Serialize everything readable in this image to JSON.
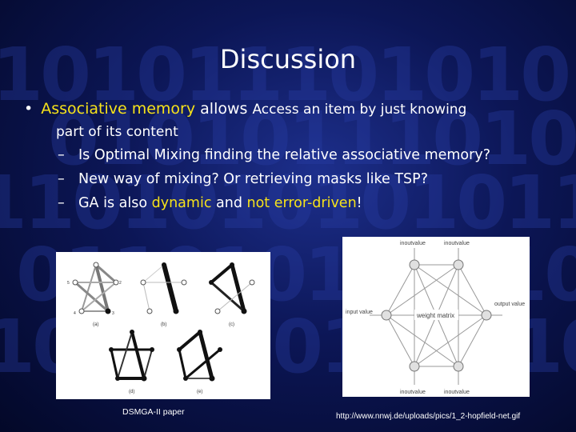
{
  "slide": {
    "title": "Discussion",
    "bullet": {
      "hl_text": "Associative memory",
      "mid_text": " allows ",
      "rest_text": "Access an item by just knowing",
      "wrap_text": "part of its content"
    },
    "subs": [
      {
        "dash": "–",
        "text": "Is Optimal Mixing  finding the relative associative memory?"
      },
      {
        "dash": "–",
        "text": "New way of mixing? Or retrieving masks like TSP?"
      }
    ],
    "sub3": {
      "dash": "–",
      "pre": "GA is also ",
      "hl1": "dynamic",
      "mid": " and ",
      "hl2": "not error-driven",
      "post": "!"
    },
    "figures": {
      "left": {
        "caption": "DSMGA-II paper",
        "panel_labels": [
          "(a)",
          "(b)",
          "(c)",
          "(d)",
          "(e)"
        ],
        "node_labels": [
          "1",
          "2",
          "3",
          "4",
          "5"
        ]
      },
      "right": {
        "caption": "http://www.nnwj.de/uploads/pics/1_2-hopfield-net.gif",
        "out_label": "inoutvalue",
        "center_label": "weight matrix",
        "input_label": "input value",
        "output_label": "output value"
      }
    },
    "colors": {
      "accent": "#f6e21a",
      "text": "#ffffff"
    }
  }
}
